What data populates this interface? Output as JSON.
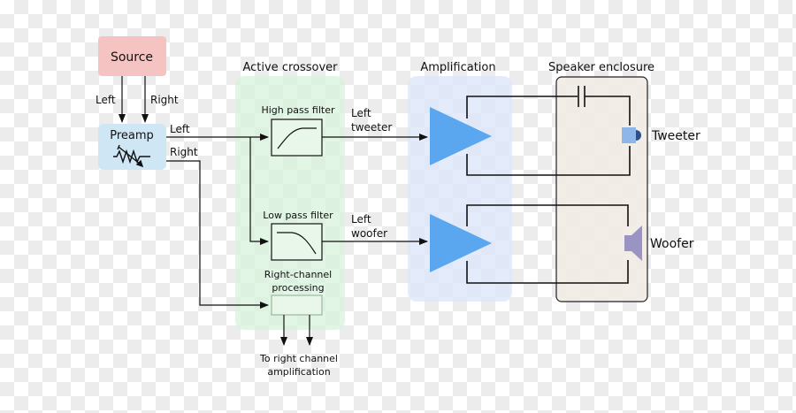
{
  "blocks": {
    "source": "Source",
    "preamp": "Preamp",
    "crossover_title": "Active crossover",
    "amplification_title": "Amplification",
    "enclosure_title": "Speaker enclosure",
    "high_pass": "High pass filter",
    "low_pass": "Low pass filter",
    "right_processing_line1": "Right-channel",
    "right_processing_line2": "processing",
    "to_right_line1": "To right channel",
    "to_right_line2": "amplification",
    "tweeter": "Tweeter",
    "woofer": "Woofer"
  },
  "signals": {
    "source_left": "Left",
    "source_right": "Right",
    "preamp_left": "Left",
    "preamp_right": "Right",
    "left_tweeter_1": "Left",
    "left_tweeter_2": "tweeter",
    "left_woofer_1": "Left",
    "left_woofer_2": "woofer"
  },
  "colors": {
    "source_fill": "#f6c3c3",
    "preamp_fill": "#cfe6f5",
    "crossover_fill": "#d8f3dc",
    "amplification_fill": "#dde6fa",
    "enclosure_fill": "#f1ebe3",
    "amplifier": "#5aa7f0",
    "tweeter": "#8fb6e8",
    "woofer": "#9a94c4"
  }
}
